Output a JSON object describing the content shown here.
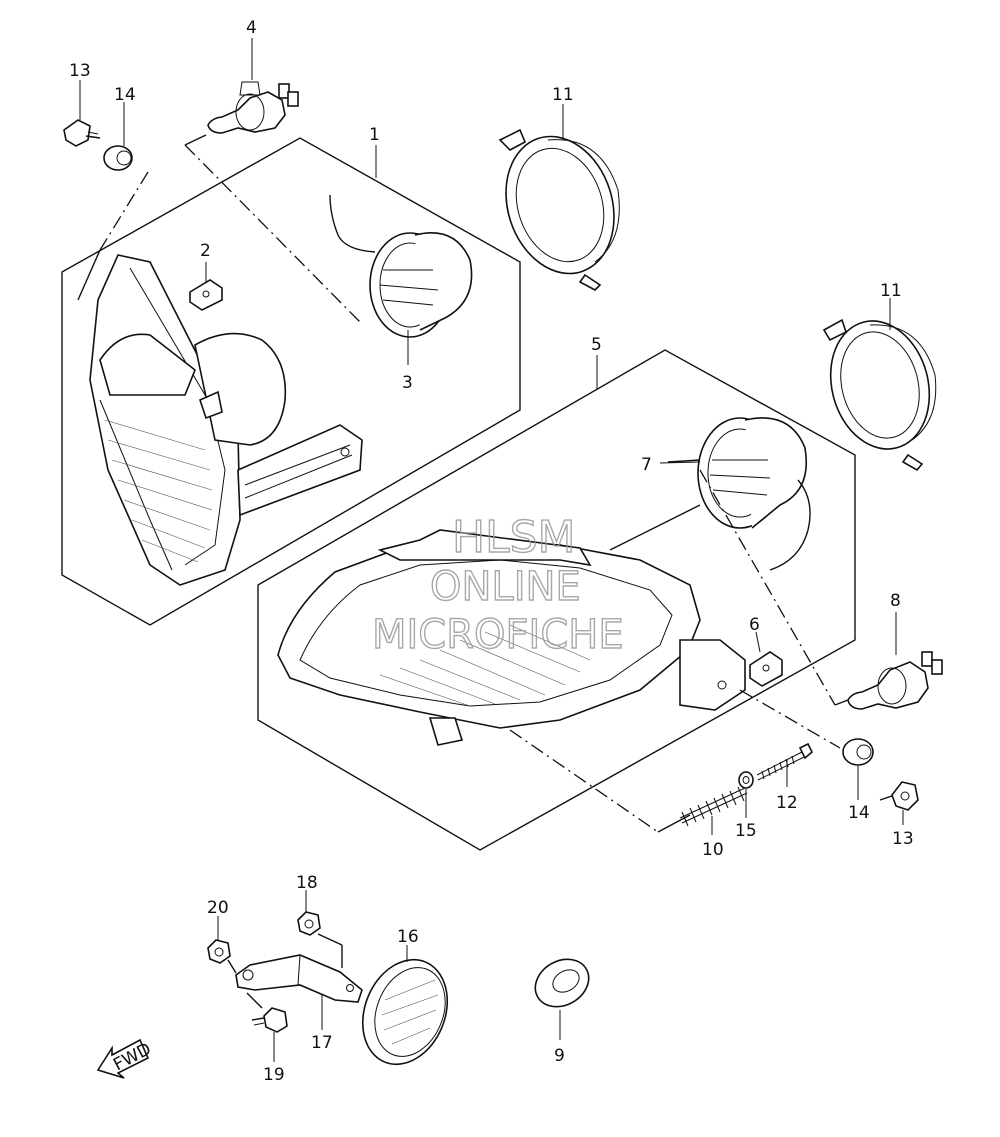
{
  "watermark": {
    "line1": "HLSM",
    "line2": "ONLINE",
    "line3": "MICROFICHE"
  },
  "fwd_label": "FWD",
  "callouts": {
    "c1": "1",
    "c2": "2",
    "c3": "3",
    "c4": "4",
    "c5": "5",
    "c6": "6",
    "c7": "7",
    "c8": "8",
    "c9": "9",
    "c10": "10",
    "c11a": "11",
    "c11b": "11",
    "c12": "12",
    "c13a": "13",
    "c13b": "13",
    "c14a": "14",
    "c14b": "14",
    "c15": "15",
    "c16": "16",
    "c17": "17",
    "c18": "18",
    "c19": "19",
    "c20": "20"
  }
}
